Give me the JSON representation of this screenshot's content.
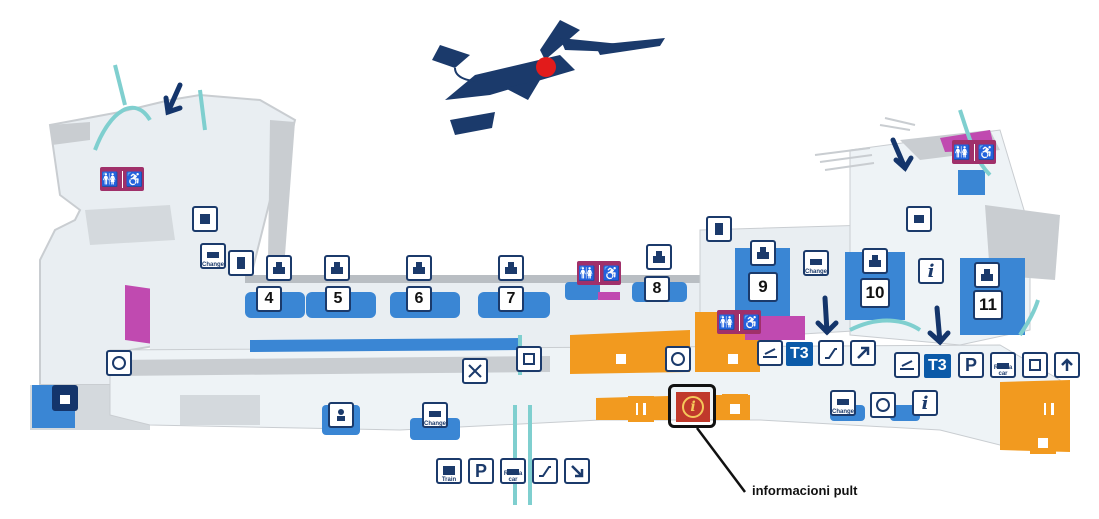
{
  "gates": [
    "4",
    "5",
    "6",
    "7",
    "8",
    "9",
    "10",
    "11"
  ],
  "terminal_labels": {
    "t3_a": "T3",
    "t3_b": "T3"
  },
  "change_labels": {
    "change_1": "Change",
    "change_2": "Change",
    "change_3": "Change",
    "change_4": "Change"
  },
  "service_labels": {
    "train": "Train",
    "rent_a_car": "Rent a car",
    "rent_a_car_2": "Rent a car"
  },
  "info_symbol": "i",
  "parking_symbol": "P",
  "callout": {
    "label": "informacioni pult"
  },
  "colors": {
    "floor": "#e9eef2",
    "wall": "#c9cdd1",
    "gate_blue": "#3a86d4",
    "restroom": "#a0306a",
    "shop_orange": "#f29a1f",
    "info_red": "#c0392b",
    "navy": "#14356b",
    "teal_arrow": "#7fcfcf",
    "plane": "#1b3a6b",
    "plane_marker": "#e21b1b"
  }
}
